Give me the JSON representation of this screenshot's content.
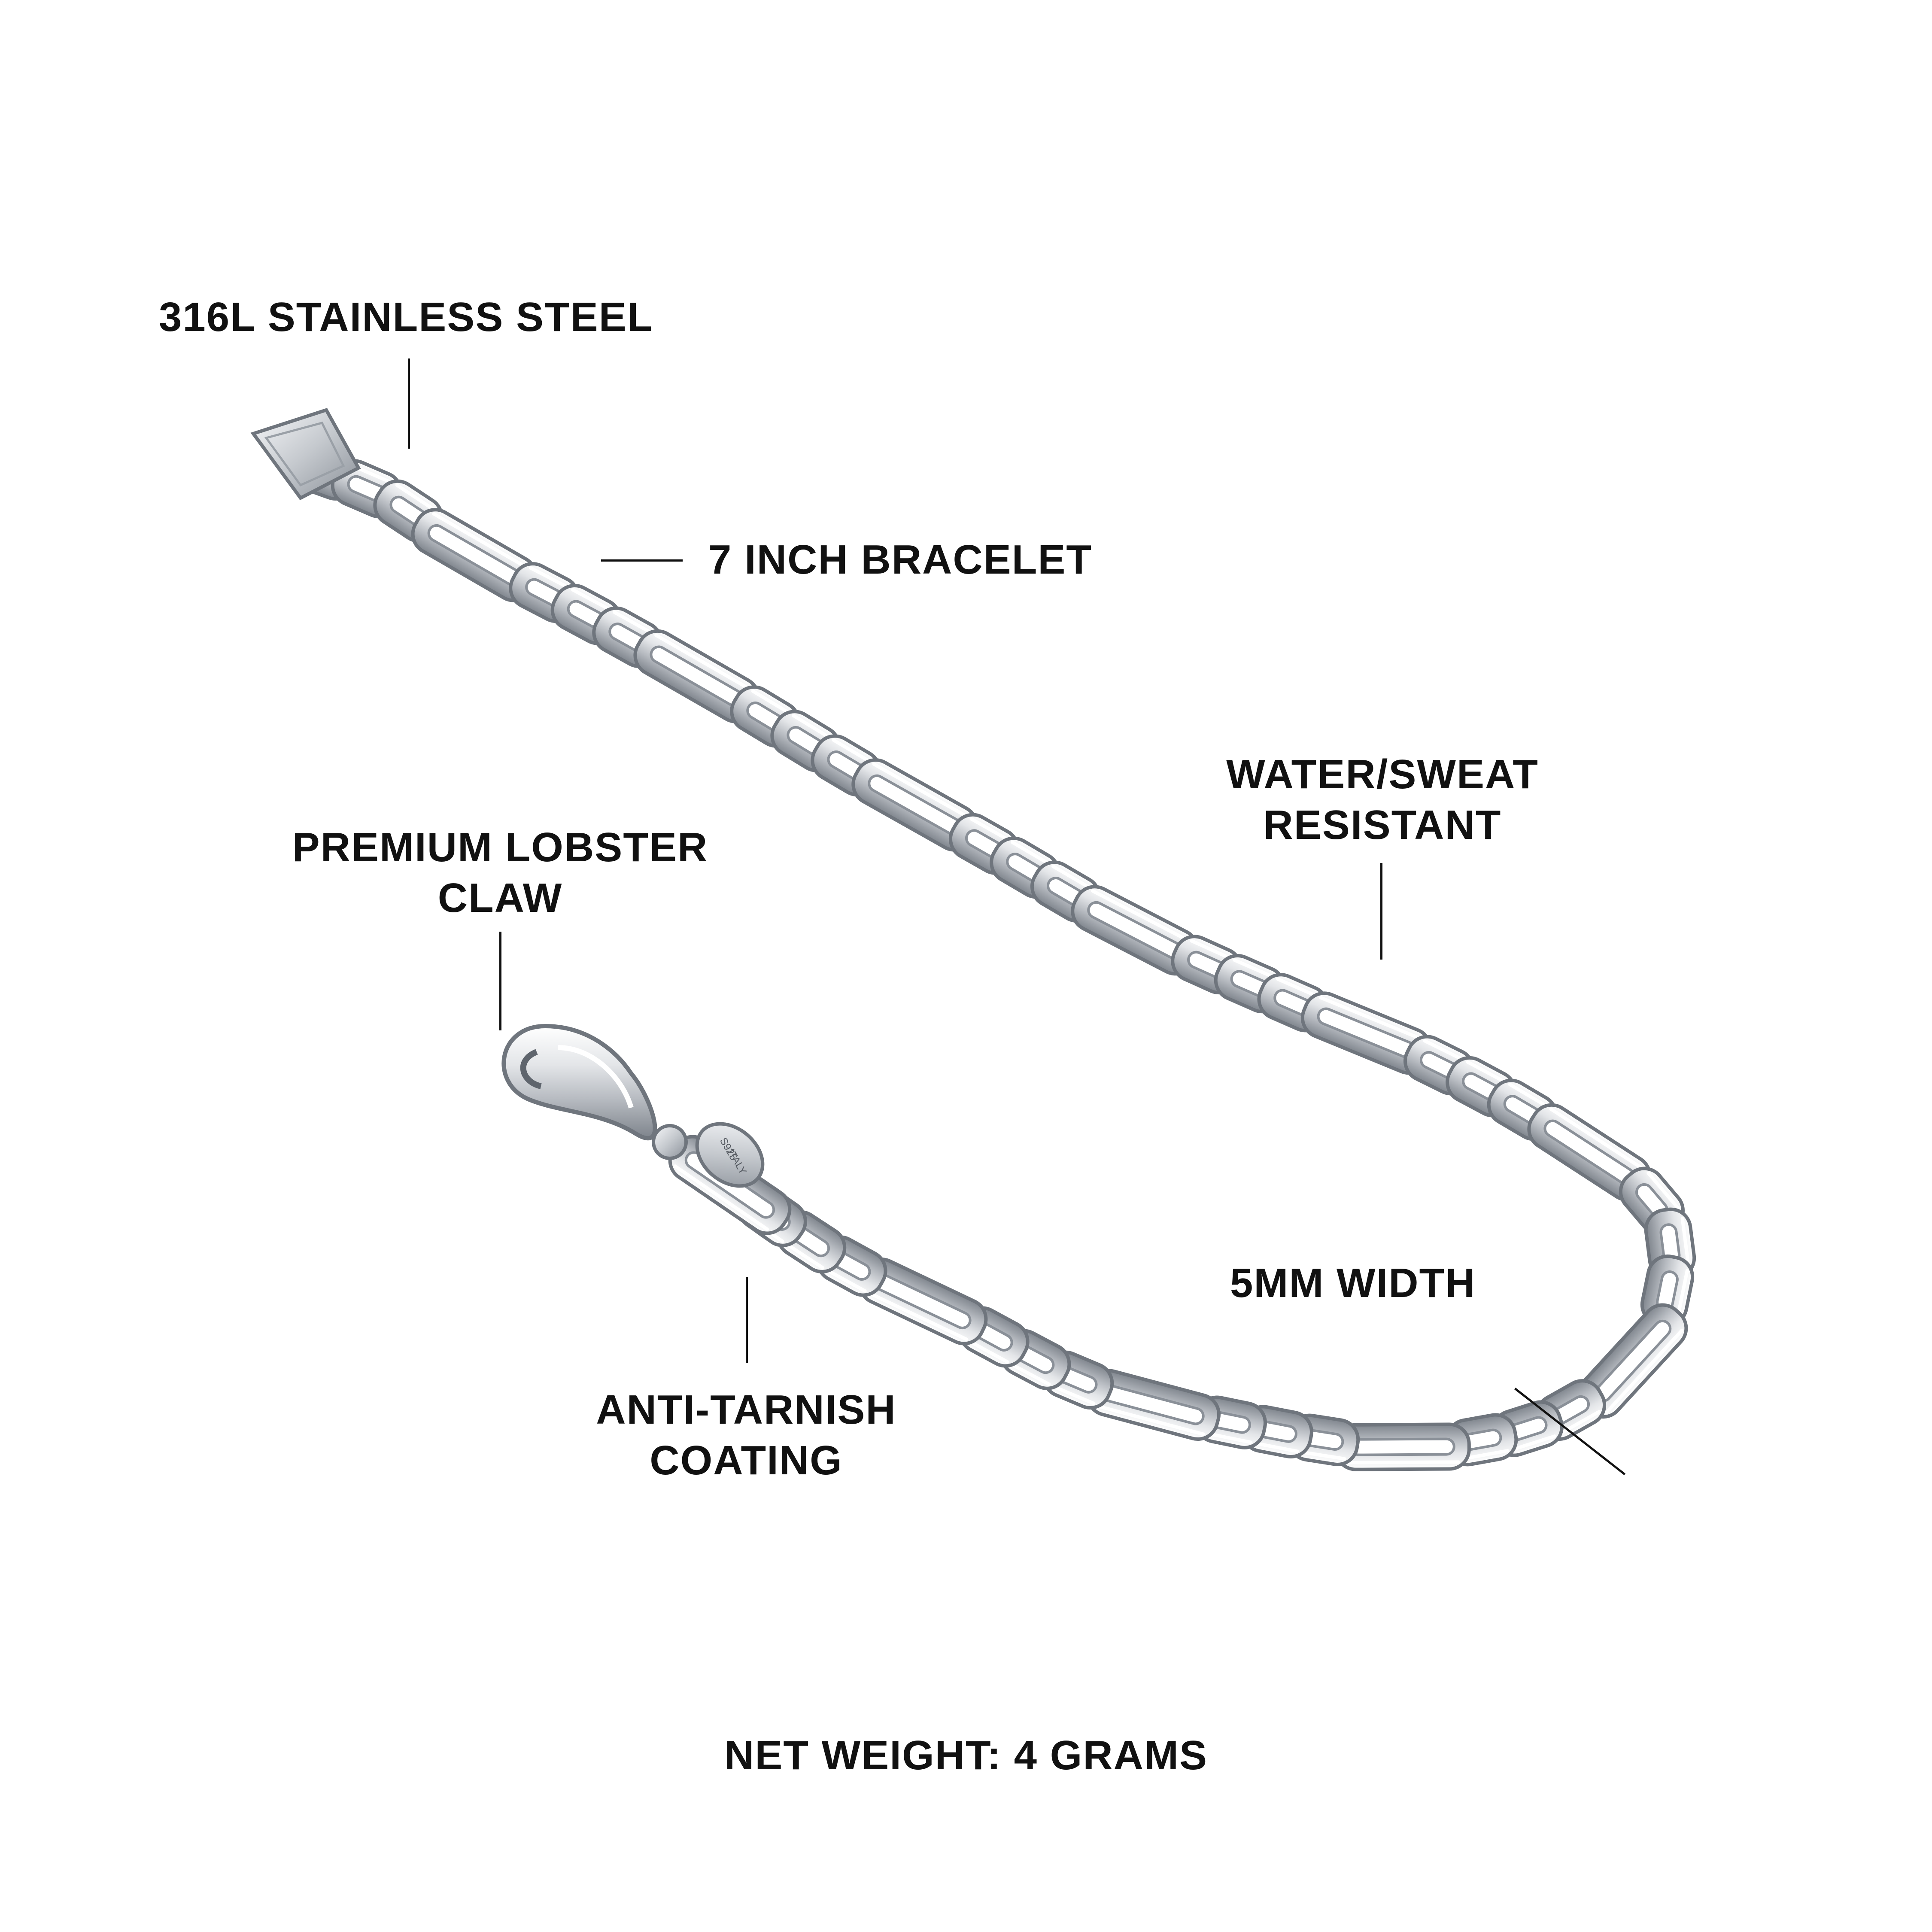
{
  "labels": {
    "steel": "316L STAINLESS STEEL",
    "length": "7 INCH BRACELET",
    "water_line1": "WATER/SWEAT",
    "water_line2": "RESISTANT",
    "clasp_line1": "PREMIUM LOBSTER",
    "clasp_line2": "CLAW",
    "width": "5MM WIDTH",
    "coating_line1": "ANTI-TARNISH",
    "coating_line2": "COATING",
    "weight": "NET WEIGHT: 4 GRAMS"
  },
  "stamp": {
    "line1": "S925",
    "line2": "ITALY"
  },
  "colors": {
    "text": "#111111",
    "metal_light": "#f2f3f5",
    "metal_mid": "#c9ccd1",
    "metal_dark": "#7e848c"
  }
}
